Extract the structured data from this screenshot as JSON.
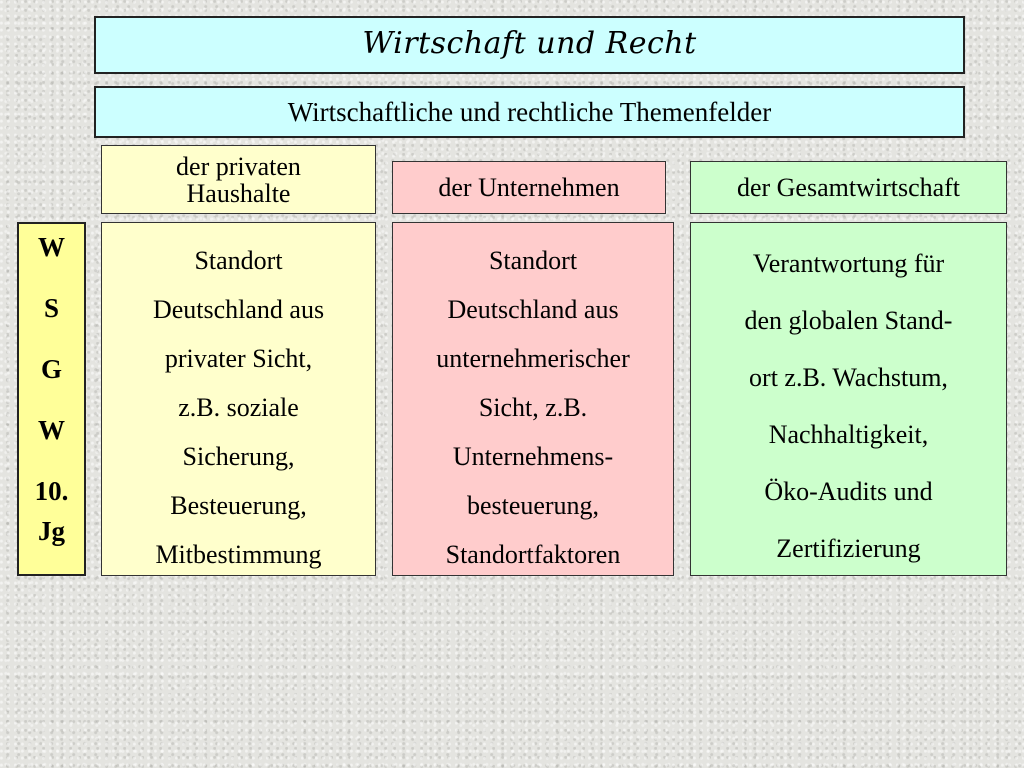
{
  "title": "Wirtschaft und Recht",
  "subtitle": "Wirtschaftliche und rechtliche Themenfelder",
  "headers": {
    "households_line1": "der privaten",
    "households_line2": "Haushalte",
    "companies": "der Unternehmen",
    "economy": "der Gesamtwirtschaft"
  },
  "side_label": [
    "W",
    "S",
    "G",
    "W",
    "10.",
    "Jg"
  ],
  "columns": {
    "households": [
      "Standort",
      "Deutschland aus",
      "privater Sicht,",
      "z.B. soziale",
      "Sicherung,",
      "Besteuerung,",
      "Mitbestimmung"
    ],
    "companies": [
      "Standort",
      "Deutschland aus",
      "unternehmerischer",
      "Sicht,  z.B.",
      "Unternehmens-",
      "besteuerung,",
      "Standortfaktoren"
    ],
    "economy": [
      "Verantwortung für",
      "den globalen Stand-",
      "ort  z.B. Wachstum,",
      "Nachhaltigkeit,",
      "Öko-Audits und",
      "Zertifizierung"
    ]
  },
  "colors": {
    "title_bg": "#ccffff",
    "households_bg": "#ffffcc",
    "companies_bg": "#ffcccc",
    "economy_bg": "#ccffcc",
    "side_bg": "#ffff99"
  }
}
